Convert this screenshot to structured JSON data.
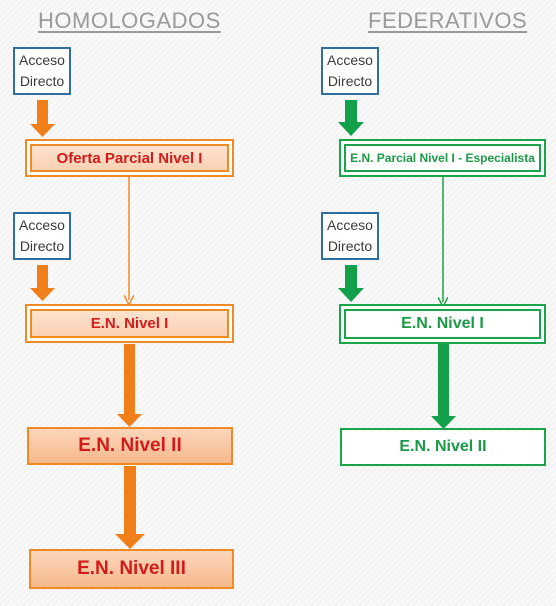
{
  "columns": {
    "homologados": {
      "title": "HOMOLOGADOS",
      "access_1": {
        "line1": "Acceso",
        "line2": "Directo"
      },
      "access_2": {
        "line1": "Acceso",
        "line2": "Directo"
      },
      "box_1": "Oferta Parcial Nivel I",
      "box_2": "E.N. Nivel I",
      "box_3": "E.N. Nivel II",
      "box_4": "E.N. Nivel III"
    },
    "federativos": {
      "title": "FEDERATIVOS",
      "access_1": {
        "line1": "Acceso",
        "line2": "Directo"
      },
      "access_2": {
        "line1": "Acceso",
        "line2": "Directo"
      },
      "box_1": "E.N. Parcial Nivel I - Especialista",
      "box_2": "E.N. Nivel I",
      "box_3": "E.N. Nivel II"
    }
  },
  "colors": {
    "orange": "#f08a24",
    "orange_text": "#d11c1c",
    "green": "#1aa54a",
    "green_text": "#1b9a46",
    "access_border": "#2e6f9e",
    "title": "#9a9a9a"
  }
}
